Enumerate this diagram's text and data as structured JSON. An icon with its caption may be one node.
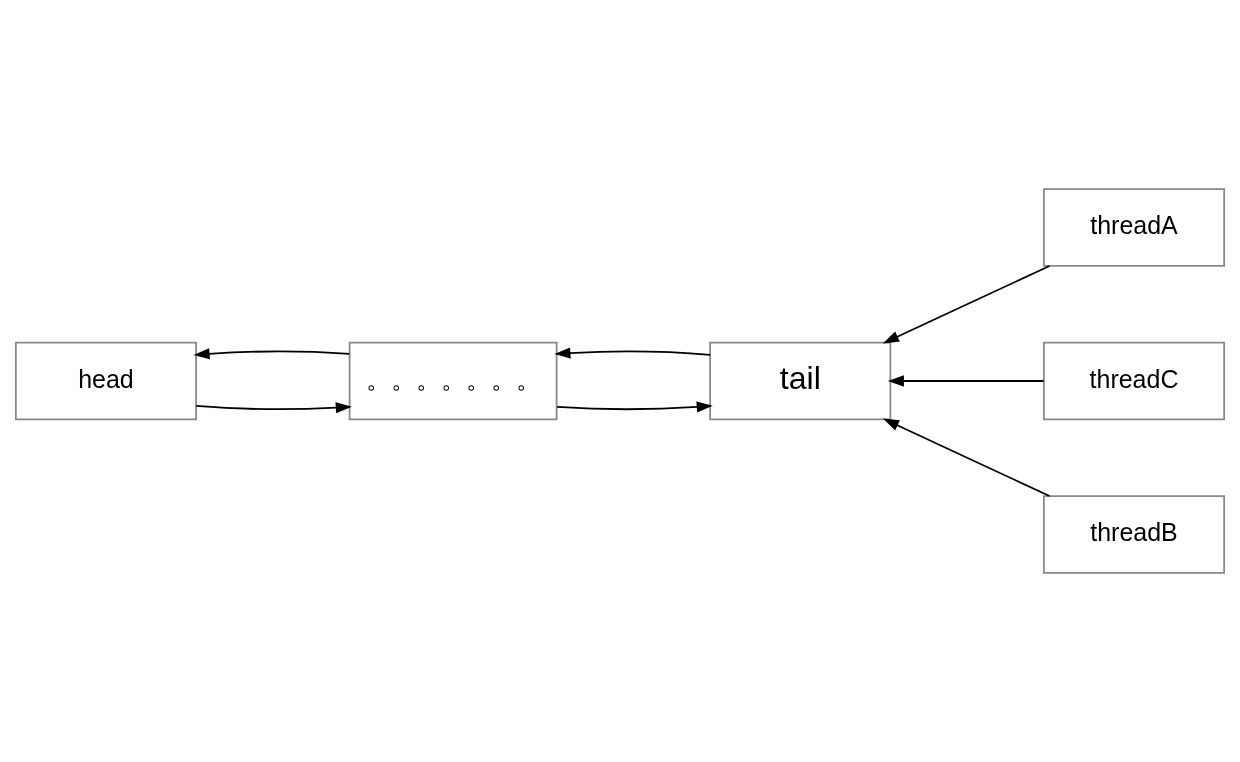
{
  "diagram": {
    "nodes": [
      {
        "text": [
          "head"
        ]
      },
      {
        "text": [
          "。。。。。。。"
        ]
      },
      {
        "text": [
          "tail"
        ]
      },
      {
        "text": [
          "threadA"
        ]
      },
      {
        "text": [
          "threadC"
        ]
      },
      {
        "text": [
          "threadB"
        ]
      }
    ],
    "edges": [
      {
        "from": 0,
        "to": 1,
        "arrow": "to"
      },
      {
        "from": 1,
        "to": 0,
        "arrow": "to"
      },
      {
        "from": 1,
        "to": 2,
        "arrow": "to"
      },
      {
        "from": 2,
        "to": 1,
        "arrow": "to"
      },
      {
        "from": 3,
        "to": 2,
        "arrow": "to"
      },
      {
        "from": 4,
        "to": 2,
        "arrow": "to"
      },
      {
        "from": 5,
        "to": 2,
        "arrow": "to"
      }
    ]
  }
}
